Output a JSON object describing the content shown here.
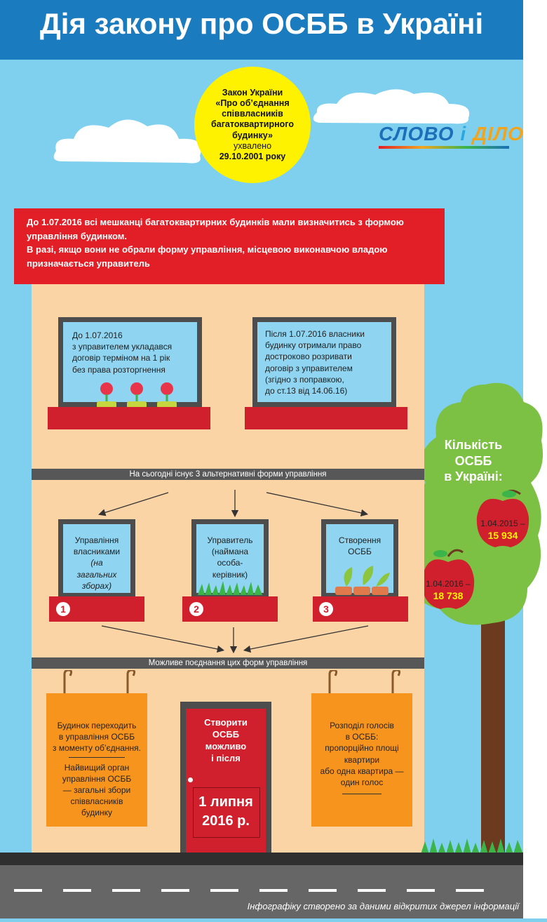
{
  "title": "Дія закону про ОСББ в Україні",
  "law": {
    "lines": [
      "Закон України",
      "«Про об’єднання",
      "співвласників",
      "багатоквартирного",
      "будинку»",
      "ухвалено",
      "29.10.2001 року"
    ]
  },
  "logo": {
    "w1": "СЛОВО",
    "w2": "і",
    "w3": "ДІЛО"
  },
  "banner": {
    "p1": "До 1.07.2016 всі мешканці багатоквартирних будинків мали визначитись з формою управління будинком.",
    "p2": "В разі, якщо вони не обрали форму управління, місцевою виконавчою владою призначається управитель"
  },
  "window_left": [
    "До 1.07.2016",
    "з управителем укладався",
    "договір терміном на 1 рік",
    "без права розторгнення"
  ],
  "window_right": [
    "Після 1.07.2016 власники",
    "будинку отримали право",
    "достроково розривати",
    "договір з управителем",
    "(згідно з поправкою,",
    "до ст.13 від 14.06.16)"
  ],
  "band1": "На сьогодні існує 3 альтернативні форми управління",
  "forms": [
    {
      "num": "1",
      "l1": "Управління",
      "l2": "власниками",
      "l3": "(на",
      "l4": "загальних",
      "l5": "зборах)"
    },
    {
      "num": "2",
      "l1": "Управитель",
      "l2": "(наймана",
      "l3": "особа-",
      "l4": "керівник)"
    },
    {
      "num": "3",
      "l1": "Створення",
      "l2": "ОСББ"
    }
  ],
  "band2": "Можливе поєднання цих форм управління",
  "sign_left": {
    "p1": [
      "Будинок переходить",
      "в управління ОСББ",
      "з моменту об’єднання."
    ],
    "p2": [
      "Найвищий орган",
      "управління ОСББ",
      "— загальні збори",
      "співвласників",
      "будинку"
    ]
  },
  "door": {
    "top": [
      "Створити",
      "ОСББ",
      "можливо",
      "і після"
    ],
    "date1": "1 липня",
    "date2": "2016 р."
  },
  "sign_right": [
    "Розподіл голосів",
    "в ОСББ:",
    "пропорційно площі",
    "квартири",
    "або одна квартира —",
    "один голос"
  ],
  "tree": {
    "heading": [
      "Кількість",
      "ОСББ",
      "в Україні:"
    ],
    "apples": [
      {
        "date": "1.04.2015 –",
        "value": "15 934"
      },
      {
        "date": "1.04.2016 –",
        "value": "18 738"
      }
    ]
  },
  "footer": "Інфографіку створено за даними відкритих джерел інформації",
  "colors": {
    "title_bar": "#1b7bbf",
    "sky": "#7fd0ef",
    "banner": "#e21f26",
    "wall": "#fbd4a6",
    "sign": "#f7941d",
    "law_circle": "#fff200",
    "tree": "#7cc144"
  }
}
